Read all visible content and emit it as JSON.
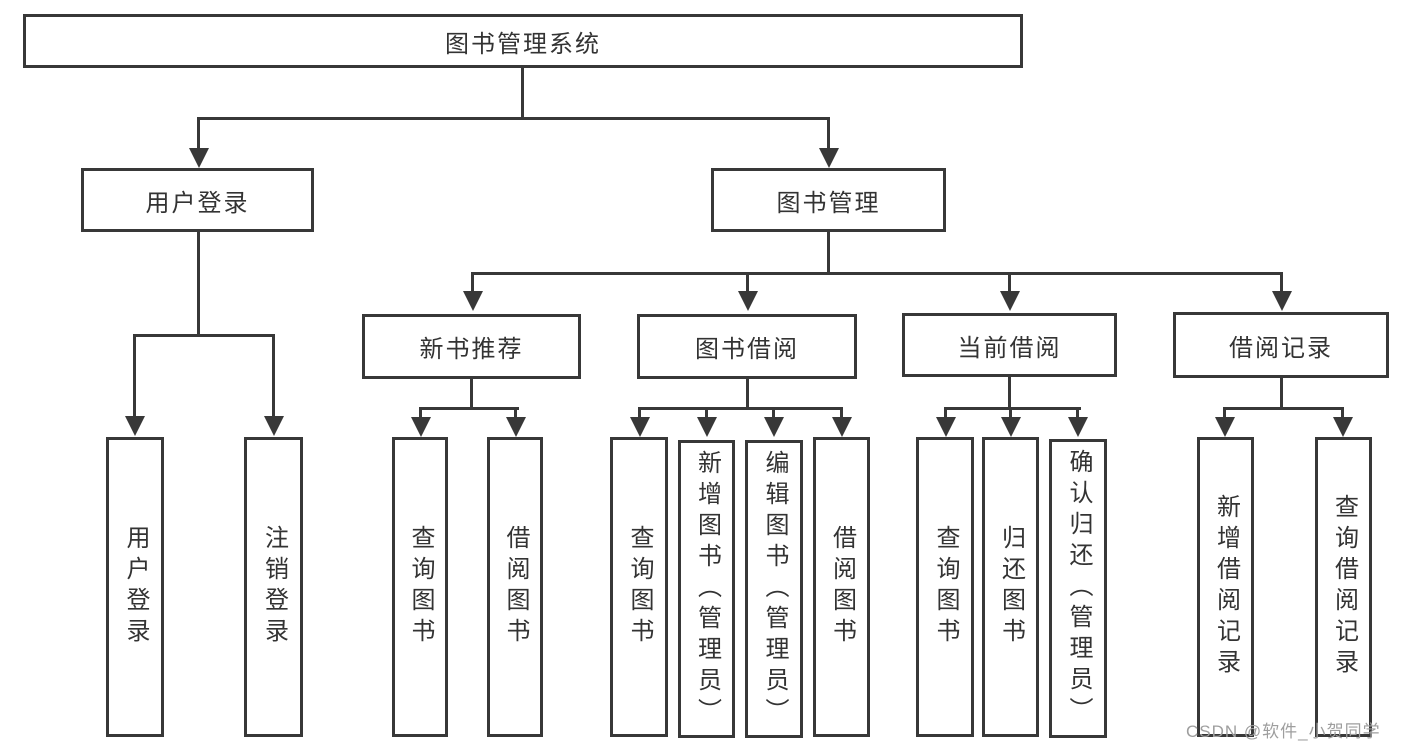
{
  "title": "图书管理系统",
  "watermark": "CSDN @软件_小贺同学",
  "colors": {
    "line": "#383838",
    "text": "#333333",
    "watermark_text": "#9e9e9e",
    "background": "#ffffff"
  },
  "tree": {
    "label": "图书管理系统",
    "children": [
      {
        "label": "用户登录",
        "children": [
          {
            "label": "用户登录"
          },
          {
            "label": "注销登录"
          }
        ]
      },
      {
        "label": "图书管理",
        "children": [
          {
            "label": "新书推荐",
            "children": [
              {
                "label": "查询图书"
              },
              {
                "label": "借阅图书"
              }
            ]
          },
          {
            "label": "图书借阅",
            "children": [
              {
                "label": "查询图书"
              },
              {
                "label": "新增图书（管理员）"
              },
              {
                "label": "编辑图书（管理员）"
              },
              {
                "label": "借阅图书"
              }
            ]
          },
          {
            "label": "当前借阅",
            "children": [
              {
                "label": "查询图书"
              },
              {
                "label": "归还图书"
              },
              {
                "label": "确认归还（管理员）"
              }
            ]
          },
          {
            "label": "借阅记录",
            "children": [
              {
                "label": "新增借阅记录"
              },
              {
                "label": "查询借阅记录"
              }
            ]
          }
        ]
      }
    ]
  }
}
